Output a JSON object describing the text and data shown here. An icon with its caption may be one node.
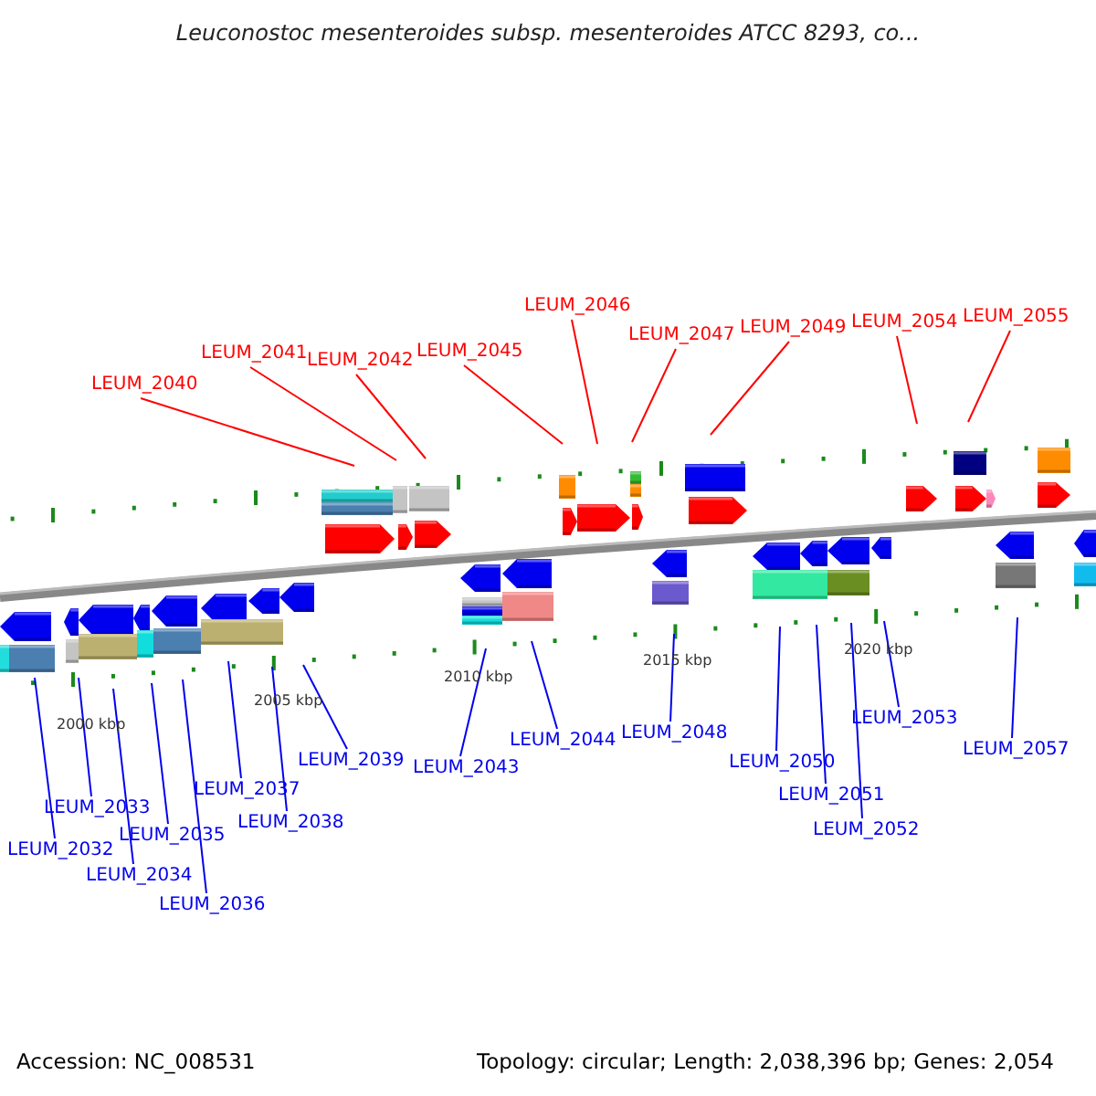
{
  "diagram": {
    "title": "Leuconostoc mesenteroides subsp. mesenteroides ATCC 8293, co...",
    "nodes": [
      {
        "text": [
          "LEUM_2040"
        ]
      },
      {
        "text": [
          "LEUM_2041"
        ]
      },
      {
        "text": [
          "LEUM_2042"
        ]
      },
      {
        "text": [
          "LEUM_2045"
        ]
      },
      {
        "text": [
          "LEUM_2046"
        ]
      },
      {
        "text": [
          "LEUM_2047"
        ]
      },
      {
        "text": [
          "LEUM_2049"
        ]
      },
      {
        "text": [
          "LEUM_2054"
        ]
      },
      {
        "text": [
          "LEUM_2055"
        ]
      },
      {
        "text": [
          "LEUM_2032"
        ]
      },
      {
        "text": [
          "LEUM_2033"
        ]
      },
      {
        "text": [
          "LEUM_2034"
        ]
      },
      {
        "text": [
          "LEUM_2035"
        ]
      },
      {
        "text": [
          "LEUM_2036"
        ]
      },
      {
        "text": [
          "LEUM_2037"
        ]
      },
      {
        "text": [
          "LEUM_2038"
        ]
      },
      {
        "text": [
          "LEUM_2039"
        ]
      },
      {
        "text": [
          "LEUM_2043"
        ]
      },
      {
        "text": [
          "LEUM_2044"
        ]
      },
      {
        "text": [
          "LEUM_2048"
        ]
      },
      {
        "text": [
          "LEUM_2050"
        ]
      },
      {
        "text": [
          "LEUM_2051"
        ]
      },
      {
        "text": [
          "LEUM_2052"
        ]
      },
      {
        "text": [
          "LEUM_2053"
        ]
      },
      {
        "text": [
          "LEUM_2057"
        ]
      }
    ],
    "edges": [
      {
        "from": 0,
        "to": null,
        "arrow": "none",
        "color": "#ff0000"
      },
      {
        "from": 1,
        "to": null,
        "arrow": "none",
        "color": "#ff0000"
      },
      {
        "from": 2,
        "to": null,
        "arrow": "none",
        "color": "#ff0000"
      },
      {
        "from": 3,
        "to": null,
        "arrow": "none",
        "color": "#ff0000"
      },
      {
        "from": 4,
        "to": null,
        "arrow": "none",
        "color": "#ff0000"
      },
      {
        "from": 5,
        "to": null,
        "arrow": "none",
        "color": "#ff0000"
      },
      {
        "from": 6,
        "to": null,
        "arrow": "none",
        "color": "#ff0000"
      },
      {
        "from": 7,
        "to": null,
        "arrow": "none",
        "color": "#ff0000"
      },
      {
        "from": 8,
        "to": null,
        "arrow": "none",
        "color": "#ff0000"
      },
      {
        "from": 9,
        "to": null,
        "arrow": "none"
      },
      {
        "from": 10,
        "to": null,
        "arrow": "none"
      },
      {
        "from": 11,
        "to": null,
        "arrow": "none"
      },
      {
        "from": 12,
        "to": null,
        "arrow": "none"
      },
      {
        "from": 13,
        "to": null,
        "arrow": "none"
      },
      {
        "from": 14,
        "to": null,
        "arrow": "none"
      },
      {
        "from": 15,
        "to": null,
        "arrow": "none"
      },
      {
        "from": 16,
        "to": null,
        "arrow": "none"
      },
      {
        "from": 17,
        "to": null,
        "arrow": "none"
      },
      {
        "from": 18,
        "to": null,
        "arrow": "none"
      },
      {
        "from": 19,
        "to": null,
        "arrow": "none"
      },
      {
        "from": 20,
        "to": null,
        "arrow": "none"
      },
      {
        "from": 21,
        "to": null,
        "arrow": "none"
      },
      {
        "from": 22,
        "to": null,
        "arrow": "none"
      },
      {
        "from": 23,
        "to": null,
        "arrow": "none"
      },
      {
        "from": 24,
        "to": null,
        "arrow": "none"
      }
    ],
    "labels": [
      "2000 kbp",
      "2005 kbp",
      "2010 kbp",
      "2015 kbp",
      "2020 kbp",
      "Accession: NC_008531",
      "Topology: circular; Length: 2,038,396 bp; Genes: 2,054"
    ]
  }
}
